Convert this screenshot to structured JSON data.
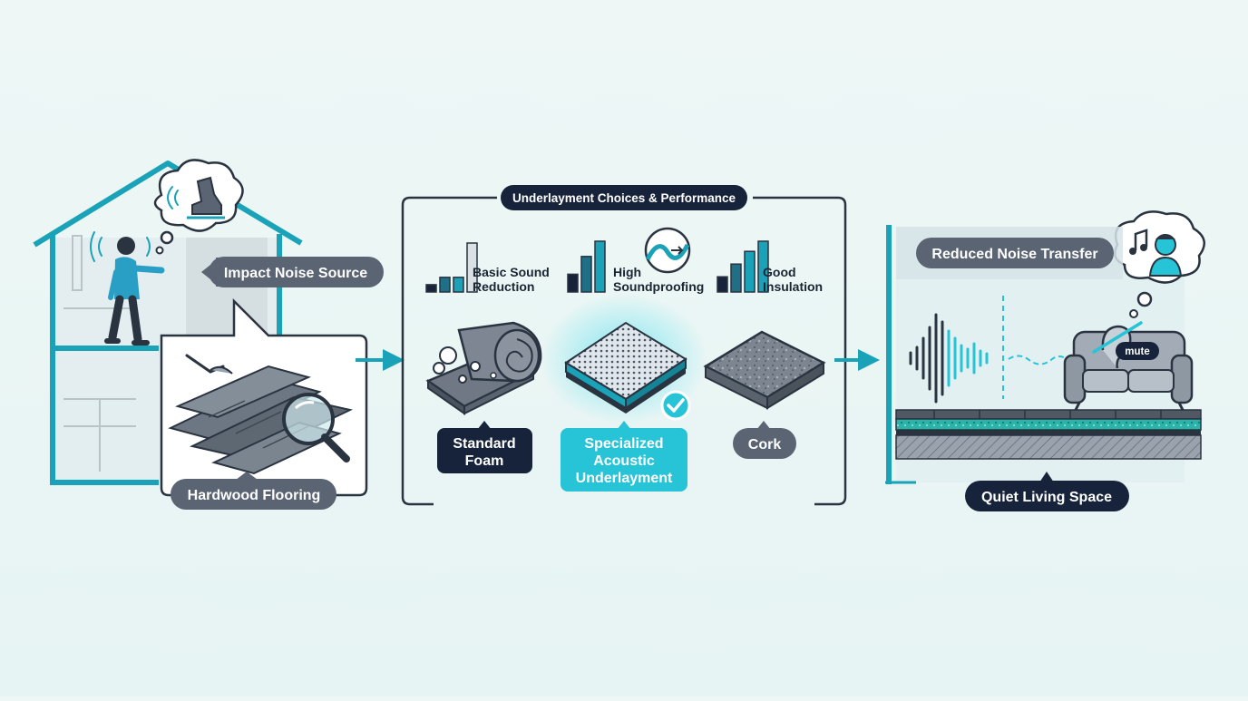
{
  "colors": {
    "background": "#e8f5f4",
    "accent_teal": "#1aa3b8",
    "bright_teal": "#27c3d6",
    "navy": "#16233a",
    "slate_pill": "#5a6472",
    "ink": "#2a3340"
  },
  "left_panel": {
    "source_label": "Impact Noise Source",
    "flooring_label": "Hardwood Flooring",
    "icons": [
      "house-icon",
      "person-icon",
      "footstep-icon",
      "magnifier-icon",
      "hardwood-planks-icon"
    ]
  },
  "middle_panel": {
    "title": "Underlayment Choices & Performance",
    "options": [
      {
        "metric_line1": "Basic Sound",
        "metric_line2": "Reduction",
        "bars": [
          0.15,
          0.3,
          0.3,
          1.0
        ],
        "name_line1": "Standard",
        "name_line2": "Foam",
        "name_line3": "",
        "icon": "foam-roll-icon"
      },
      {
        "metric_line1": "High",
        "metric_line2": "Soundproofing",
        "bars": [
          0.35,
          0.7,
          1.0
        ],
        "name_line1": "Specialized",
        "name_line2": "Acoustic",
        "name_line3": "Underlayment",
        "icon": "acoustic-mat-icon"
      },
      {
        "metric_line1": "Good",
        "metric_line2": "Insulation",
        "bars": [
          0.3,
          0.55,
          0.8,
          1.0
        ],
        "name_line1": "Cork",
        "name_line2": "",
        "name_line3": "",
        "icon": "cork-board-icon"
      }
    ]
  },
  "right_panel": {
    "reduced_label": "Reduced Noise Transfer",
    "quiet_label": "Quiet Living Space",
    "mute_label": "mute",
    "icons": [
      "sound-wave-icon",
      "sofa-icon",
      "ear-icon",
      "music-note-icon",
      "listener-icon"
    ]
  }
}
